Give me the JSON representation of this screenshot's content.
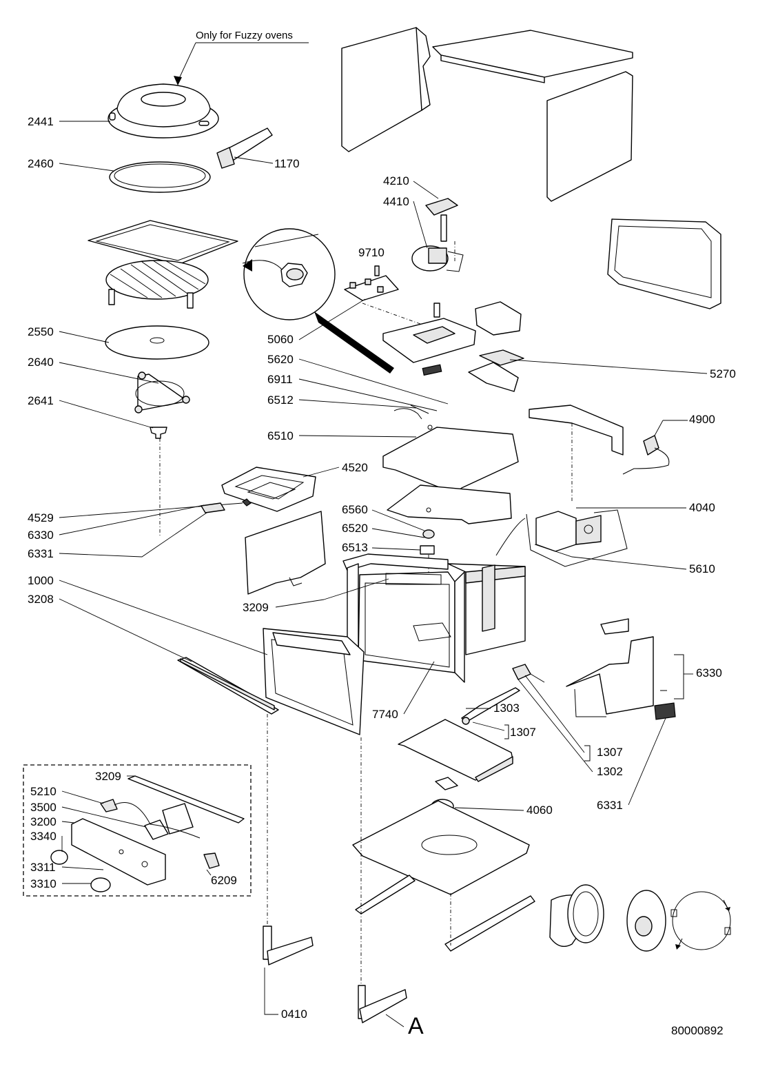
{
  "note": "Only for Fuzzy ovens",
  "drawing_number": "80000892",
  "detail_marker": "A",
  "callouts": {
    "c2441": "2441",
    "c2460": "2460",
    "c1170": "1170",
    "c4210": "4210",
    "c4410": "4410",
    "c9710": "9710",
    "c2550": "2550",
    "c5060": "5060",
    "c5620": "5620",
    "c2640": "2640",
    "c5270": "5270",
    "c6911": "6911",
    "c6512": "6512",
    "c2641": "2641",
    "c4900": "4900",
    "c6510": "6510",
    "c4520": "4520",
    "c4529": "4529",
    "c4040": "4040",
    "c6560": "6560",
    "c6330a": "6330",
    "c6520": "6520",
    "c6331a": "6331",
    "c6513": "6513",
    "c5610": "5610",
    "c1000": "1000",
    "c3208": "3208",
    "c3209a": "3209",
    "c6330b": "6330",
    "c7740": "7740",
    "c1303": "1303",
    "c1307a": "1307",
    "c1307b": "1307",
    "c1302": "1302",
    "c4060": "4060",
    "c6331b": "6331",
    "c3209b": "3209",
    "c5210": "5210",
    "c3500": "3500",
    "c3200": "3200",
    "c3340": "3340",
    "c6209": "6209",
    "c3311": "3311",
    "c3310": "3310",
    "c0410": "0410"
  }
}
